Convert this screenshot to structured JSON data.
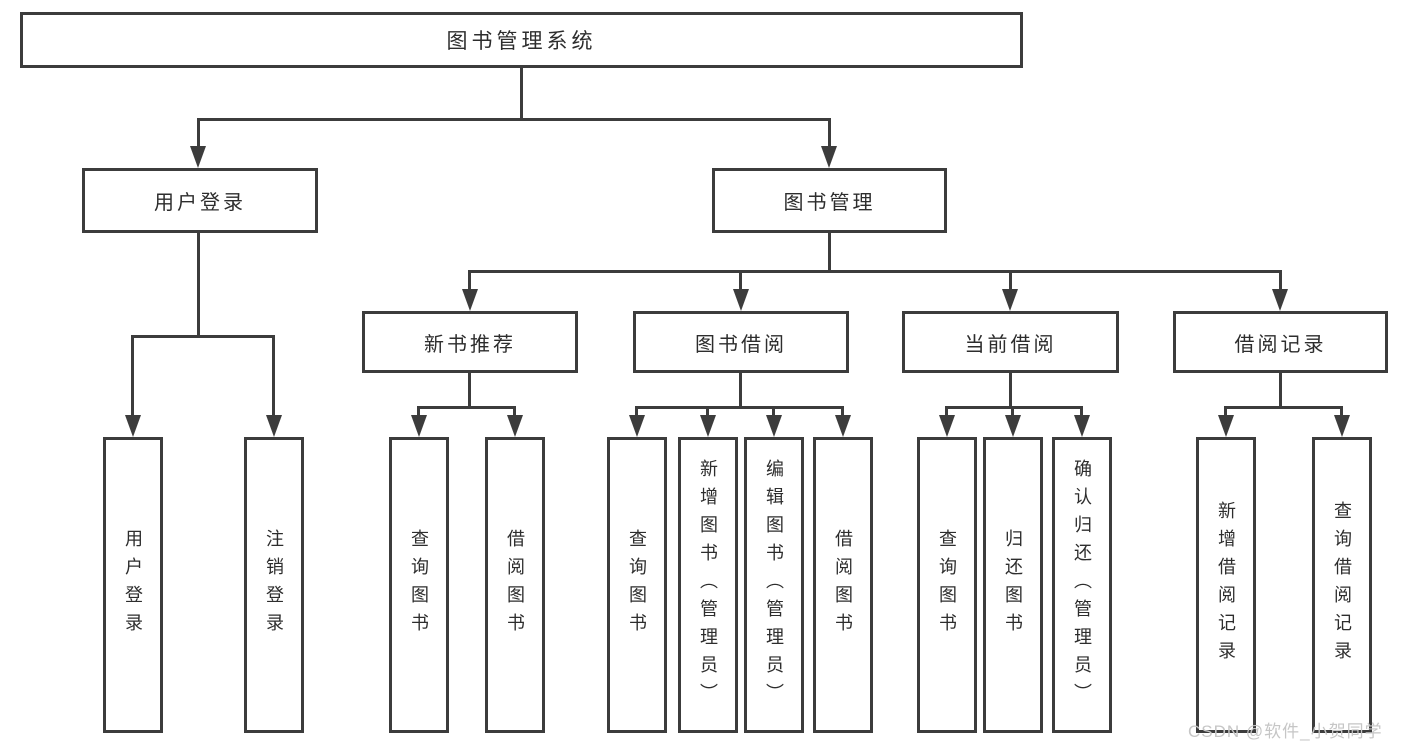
{
  "diagram": {
    "root_label": "图书管理系统",
    "level2": [
      {
        "label": "用户登录"
      },
      {
        "label": "图书管理"
      }
    ],
    "level3": [
      {
        "label": "新书推荐"
      },
      {
        "label": "图书借阅"
      },
      {
        "label": "当前借阅"
      },
      {
        "label": "借阅记录"
      }
    ],
    "leaves": [
      {
        "label": "用户登录"
      },
      {
        "label": "注销登录"
      },
      {
        "label": "查询图书"
      },
      {
        "label": "借阅图书"
      },
      {
        "label": "查询图书"
      },
      {
        "label": "新增图书（管理员）"
      },
      {
        "label": "编辑图书（管理员）"
      },
      {
        "label": "借阅图书"
      },
      {
        "label": "查询图书"
      },
      {
        "label": "归还图书"
      },
      {
        "label": "确认归还（管理员）"
      },
      {
        "label": "新增借阅记录"
      },
      {
        "label": "查询借阅记录"
      }
    ],
    "colors": {
      "line": "#3c3c3c",
      "text": "#2d2d2d",
      "watermark": "#c6c6c6",
      "background": "#ffffff"
    }
  },
  "watermark": {
    "text": "CSDN @软件_小贺同学"
  }
}
